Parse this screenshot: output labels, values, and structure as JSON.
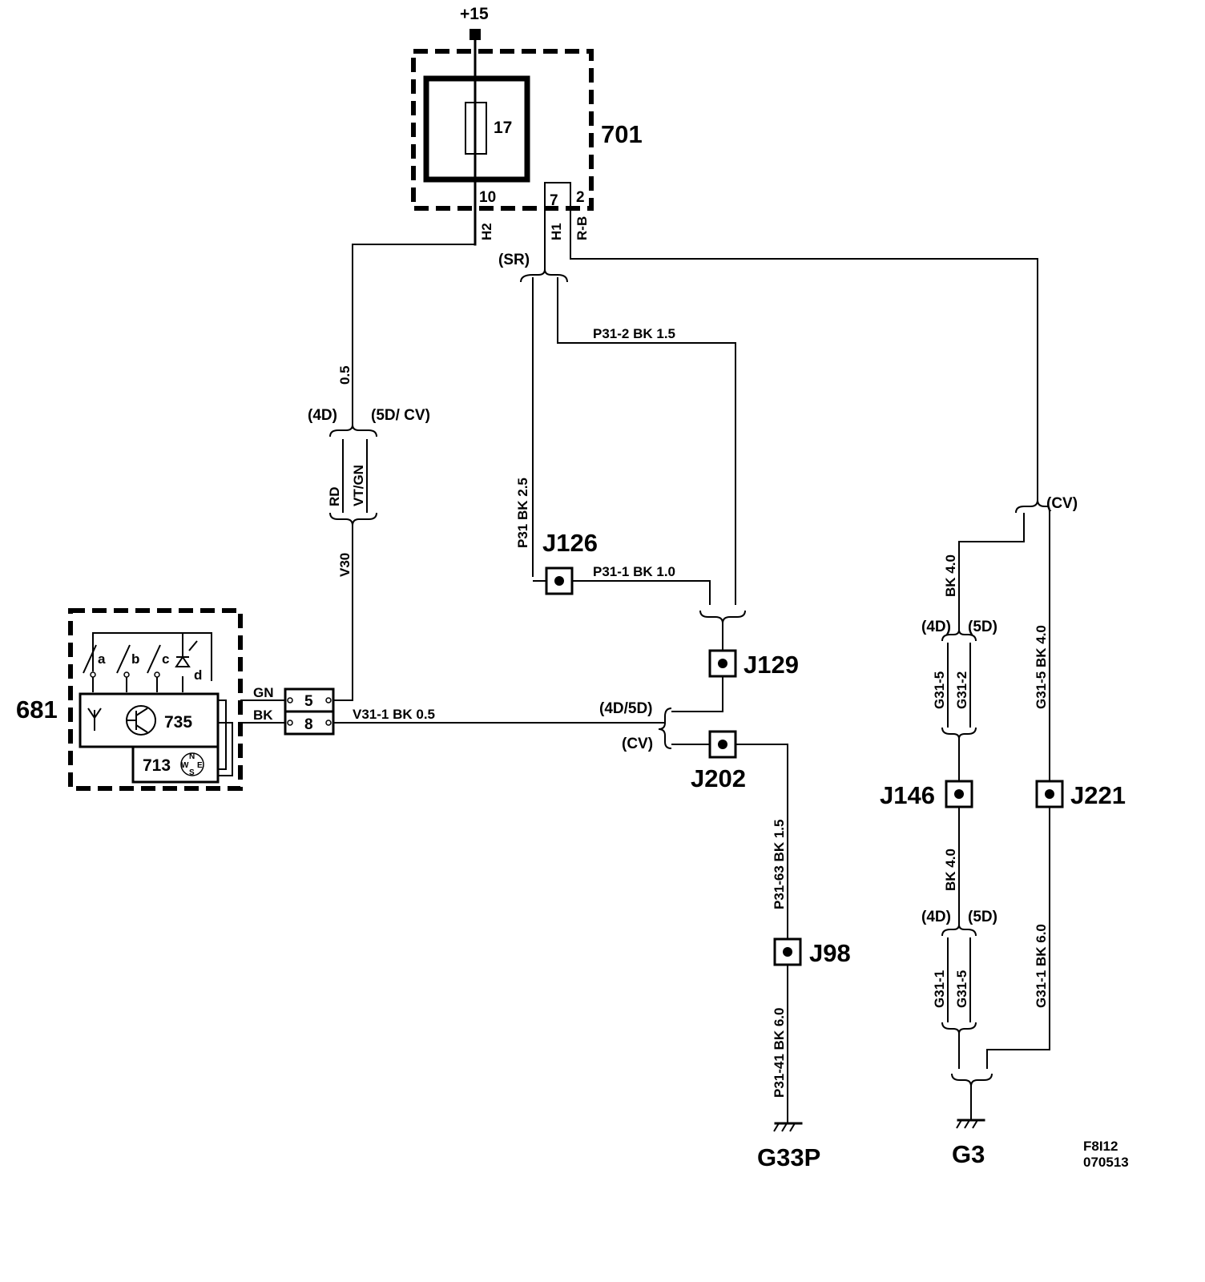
{
  "supply": {
    "label": "+15"
  },
  "fusebox": {
    "id": "701",
    "fuse": "17",
    "pin_10": "10",
    "pin_7": "7",
    "pin_2": "2"
  },
  "wires_top": {
    "h2": "H2",
    "h1": "H1",
    "rb": "R-B"
  },
  "variants": {
    "sr": "(SR)",
    "d4": "(4D)",
    "d5cv": "(5D/ CV)",
    "cv": "(CV)",
    "d45": "(4D/5D)",
    "d4b": "(4D)",
    "d5b": "(5D)",
    "d4c": "(4D)",
    "d5c": "(5D)"
  },
  "wire_labels": {
    "p31_2": "P31-2  BK  1.5",
    "p31": "P31  BK  2.5",
    "p31_1": "P31-1  BK  1.0",
    "gauge_05": "0.5",
    "rd": "RD",
    "vtgn": "VT/GN",
    "v30": "V30",
    "v31_1": "V31-1  BK  0.5",
    "gn": "GN",
    "bk": "BK",
    "p31_63": "P31-63  BK  1.5",
    "p31_41": "P31-41  BK  6.0",
    "bk40_a": "BK  4.0",
    "g31_5_a": "G31-5",
    "g31_2": "G31-2",
    "bk40_b": "BK  4.0",
    "g31_1_a": "G31-1",
    "g31_5_b": "G31-5",
    "g31_5_c": "G31-5  BK  4.0",
    "g31_1_b": "G31-1  BK  6.0"
  },
  "joints": {
    "j126": "J126",
    "j129": "J129",
    "j202": "J202",
    "j98": "J98",
    "j146": "J146",
    "j221": "J221"
  },
  "module": {
    "id": "681",
    "sub_735": "735",
    "sub_713": "713",
    "sw_a": "a",
    "sw_b": "b",
    "sw_c": "c",
    "sw_d": "d",
    "compass_n": "N",
    "compass_w": "W",
    "compass_e": "E",
    "compass_s": "S",
    "pin_5": "5",
    "pin_8": "8"
  },
  "grounds": {
    "g33p": "G33P",
    "g3": "G3"
  },
  "figure_code": {
    "line1": "F8I12",
    "line2": "070513"
  }
}
